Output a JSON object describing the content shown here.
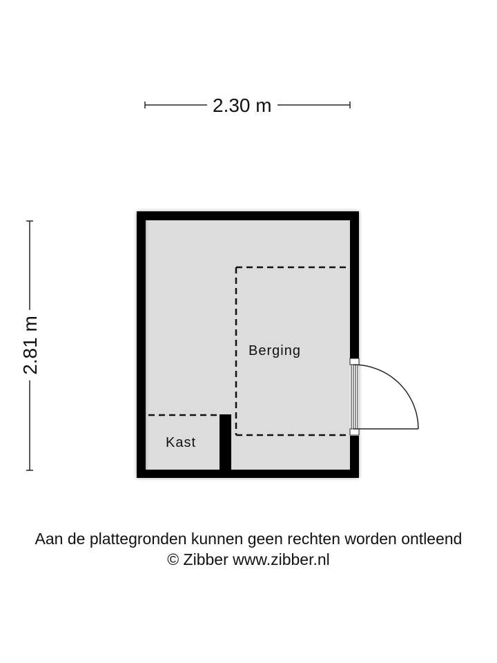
{
  "dimensions": {
    "width_label": "2.30 m",
    "height_label": "2.81 m"
  },
  "rooms": [
    {
      "name": "Berging"
    },
    {
      "name": "Kast"
    }
  ],
  "footer": {
    "disclaimer": "Aan de plattegronden kunnen geen rechten worden ontleend",
    "copyright": "© Zibber www.zibber.nl"
  },
  "colors": {
    "wall": "#000000",
    "floor": "#dcdcdc",
    "background": "#ffffff",
    "line": "#222222"
  }
}
